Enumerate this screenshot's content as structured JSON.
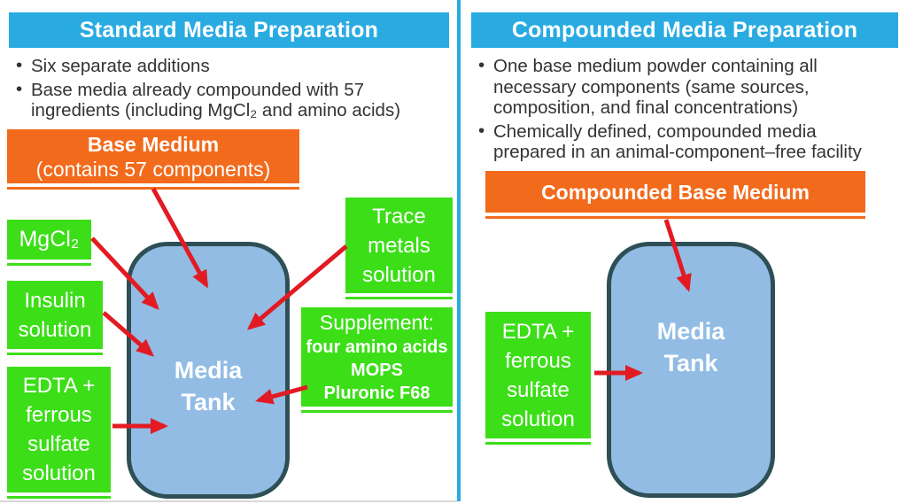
{
  "colors": {
    "header_bg": "#29ABE2",
    "orange": "#F26A1B",
    "green": "#3CDE18",
    "tank_fill": "#92BCE4",
    "tank_border": "#2E4F56",
    "arrow_red": "#E21B23",
    "body_text": "#333333"
  },
  "left_panel": {
    "header": "Standard Media Preparation",
    "bullets": [
      "Six separate additions",
      "Base media already compounded with 57 ingredients (including MgCl₂ and amino acids)"
    ],
    "base_medium_box": {
      "title": "Base Medium",
      "subtitle": "(contains 57 components)"
    },
    "additions": {
      "mgcl2": "MgCl₂",
      "insulin": "Insulin solution",
      "edta": "EDTA + ferrous sulfate solution",
      "trace_metals": "Trace metals solution",
      "supplement_title": "Supplement:",
      "supplement_items": [
        "four amino acids",
        "MOPS",
        "Pluronic F68"
      ]
    },
    "tank": {
      "line1": "Media",
      "line2": "Tank"
    }
  },
  "right_panel": {
    "header": "Compounded Media Preparation",
    "bullets": [
      "One base medium powder containing all necessary components (same sources, composition, and final concentrations)",
      "Chemically defined, compounded media prepared in an animal-component–free facility"
    ],
    "base_medium_box": {
      "title": "Compounded Base Medium"
    },
    "additions": {
      "edta": "EDTA + ferrous sulfate solution"
    },
    "tank": {
      "line1": "Media",
      "line2": "Tank"
    }
  }
}
